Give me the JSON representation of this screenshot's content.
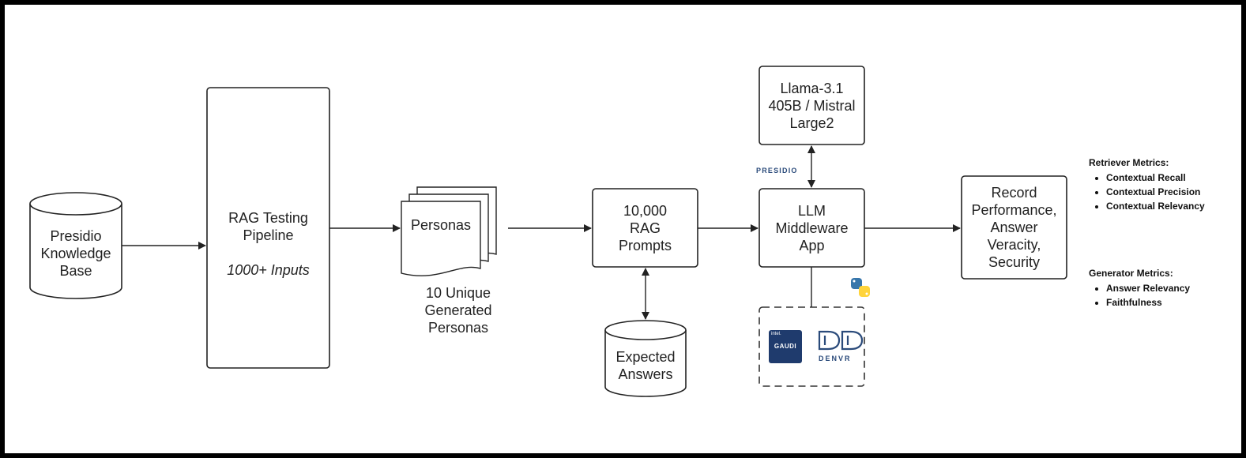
{
  "nodes": {
    "knowledge_base": [
      "Presidio",
      "Knowledge",
      "Base"
    ],
    "pipeline": {
      "lines": [
        "RAG Testing",
        "Pipeline"
      ],
      "sub": "1000+ Inputs"
    },
    "personas": {
      "label": "Personas",
      "caption": [
        "10 Unique",
        "Generated",
        "Personas"
      ]
    },
    "prompts": [
      "10,000",
      "RAG",
      "Prompts"
    ],
    "expected_answers": [
      "Expected",
      "Answers"
    ],
    "llm_model": [
      "Llama-3.1",
      "405B / Mistral",
      "Large2"
    ],
    "middleware": [
      "LLM",
      "Middleware",
      "App"
    ],
    "record": [
      "Record",
      "Performance,",
      "Answer",
      "Veracity,",
      "Security"
    ]
  },
  "logos": {
    "presidio": "PRESIDIO",
    "gaudi_brand": "intel.",
    "gaudi": "GAUDI",
    "denvr": "DENVR"
  },
  "retriever_metrics": {
    "title": "Retriever Metrics:",
    "items": [
      "Contextual Recall",
      "Contextual Precision",
      "Contextual Relevancy"
    ]
  },
  "generator_metrics": {
    "title": "Generator Metrics:",
    "items": [
      "Answer Relevancy",
      "Faithfulness"
    ]
  },
  "colors": {
    "stroke": "#222222",
    "dash": "#333333",
    "gaudi": "#1f3b6d",
    "presidio": "#2a4a7a"
  }
}
